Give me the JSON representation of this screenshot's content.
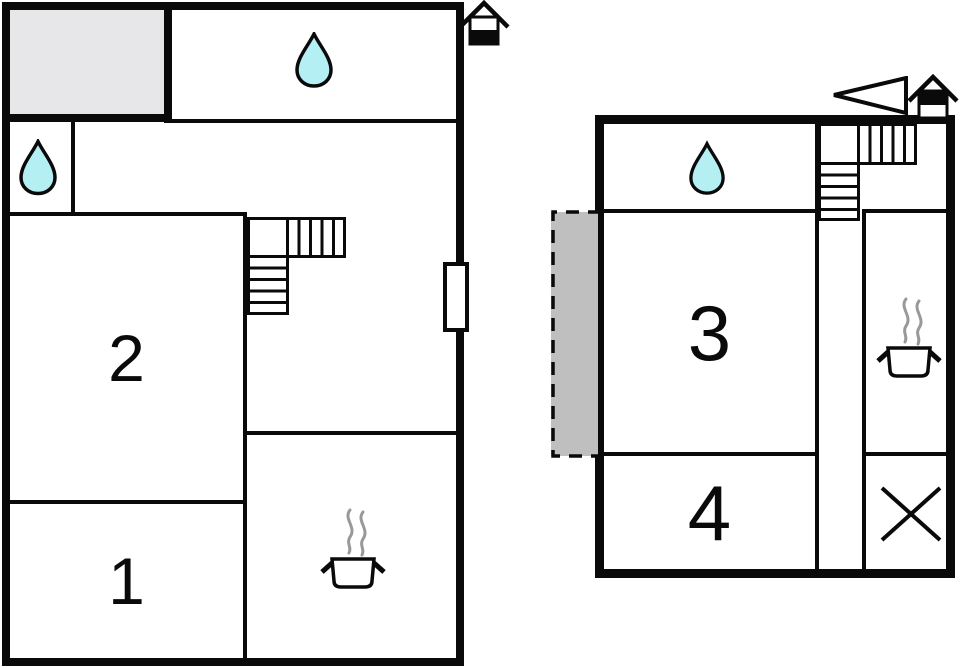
{
  "colors": {
    "wall": "#0a0a0a",
    "background": "#ffffff",
    "terrace_ground_fill": "#e7e7ea",
    "terrace_upper_fill": "#bfbfbf",
    "water_drop_fill": "#b4f0f3",
    "steam": "#999999"
  },
  "plans": {
    "ground_floor": {
      "rooms": [
        {
          "label": "2"
        },
        {
          "label": "1"
        }
      ],
      "icons": [
        "water-drop-icon",
        "water-drop-icon",
        "stairs-icon",
        "cooking-pot-icon",
        "door-marker",
        "terrace-area",
        "house-level-ground-icon"
      ]
    },
    "upper_floor": {
      "rooms": [
        {
          "label": "3"
        },
        {
          "label": "4"
        }
      ],
      "icons": [
        "water-drop-icon",
        "stairs-icon",
        "cooking-pot-icon",
        "cross-mark-icon",
        "direction-arrow-icon",
        "terrace-area",
        "house-level-upper-icon"
      ]
    }
  }
}
